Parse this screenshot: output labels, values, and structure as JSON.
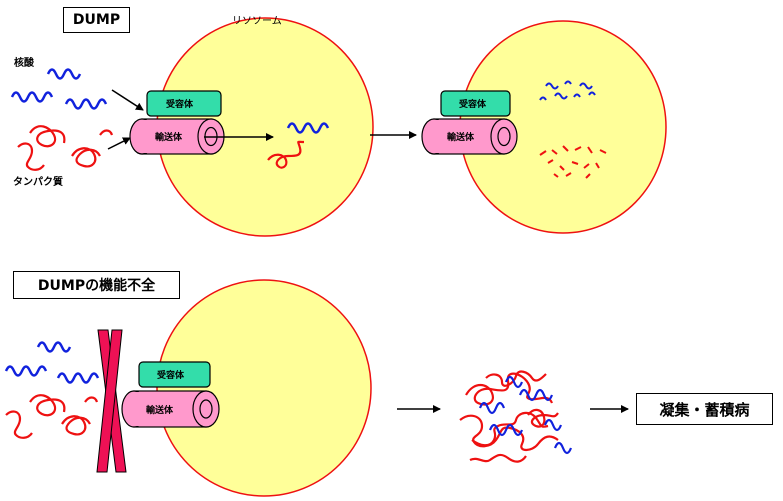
{
  "top_panel": {
    "title": "DUMP",
    "lysosome_label": "リソソーム",
    "nucleic_acid_label": "核酸",
    "protein_label": "タンパク質",
    "receptor_label": "受容体",
    "transporter_label": "輸送体"
  },
  "bottom_panel": {
    "title": "DUMPの機能不全",
    "receptor_label": "受容体",
    "transporter_label": "輸送体",
    "outcome_label": "凝集・蓄積病"
  },
  "colors": {
    "lysosome_fill": "#ffff99",
    "lysosome_stroke": "#ee1111",
    "receptor_fill": "#33ddaa",
    "transporter_fill": "#ff99cc",
    "nucleic_acid": "#1122dd",
    "protein": "#ee1111",
    "block_x": "#ee1155"
  }
}
